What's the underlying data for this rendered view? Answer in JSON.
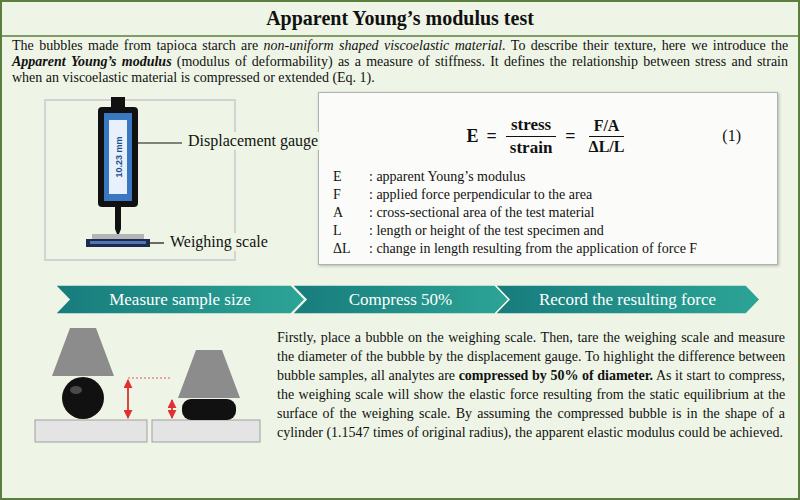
{
  "diagram": {
    "title": "Apparent Young’s modulus test",
    "nodes": [
      {
        "text": [
          "E",
          "=",
          "stress",
          "strain",
          "=",
          "F/A",
          "ΔL/L",
          "(1)",
          "E",
          ": apparent Young’s modulus",
          "F",
          ": applied force perpendicular to the area",
          "A",
          ": cross-sectional area of the test material",
          "L",
          ": length or height of the test specimen and",
          "ΔL",
          ": change in length resulting from the application of force F"
        ]
      },
      {
        "text": [
          "Measure sample size"
        ]
      },
      {
        "text": [
          "Compress 50%"
        ]
      },
      {
        "text": [
          "Record the resulting force"
        ]
      }
    ],
    "labels": [
      "The bubbles made from tapioca starch are non-uniform shaped viscoelastic material. To describe their texture, here we introduce the Apparent Young’s modulus (modulus of deformability) as a measure of stiffness. It defines the relationship between stress and strain when an viscoelastic material is compressed or extended (Eq. 1).",
      "Displacement gauge",
      "10.23 mm",
      "Weighing scale",
      "Firstly, place a bubble on the weighing scale. Then, tare the weighing scale and measure the diameter of the bubble by the displacement gauge. To highlight the difference between bubble samples, all analytes are compressed by 50% of diameter. As it start to compress, the weighing scale will show the elastic force resulting from the static equilibrium at the surface of the weighing scale. By assuming the compressed bubble is in the shape of a cylinder (1.1547 times of original radius), the apparent elastic modulus could be achieved."
    ]
  }
}
